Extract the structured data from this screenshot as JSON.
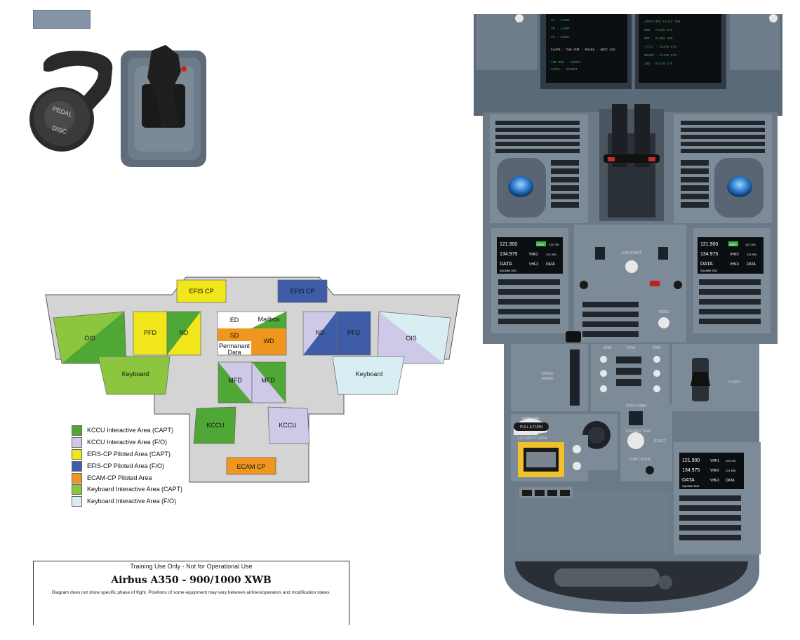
{
  "colors": {
    "kccu_capt": "#4fa836",
    "kccu_fo": "#cfc9e8",
    "efis_cp_capt": "#f1e619",
    "efis_cp_fo": "#3f5ca8",
    "ecam_cp": "#f0961e",
    "keyboard_capt": "#8cc63f",
    "keyboard_fo": "#d9eef3",
    "console": "#d4d4d4",
    "panel": "#5b6a78"
  },
  "zones": {
    "efis_cp_left": "EFIS CP",
    "efis_cp_right": "EFIS CP",
    "ois_left": "OIS",
    "ois_right": "OIS",
    "pfd_left": "PFD",
    "nd_left": "ND",
    "nd_right": "ND",
    "pfd_right": "PFD",
    "ed": "ED",
    "mailbox": "Mailbox",
    "sd": "SD",
    "wd": "WD",
    "permanent_data_1": "Permanant",
    "permanent_data_2": "Data",
    "keyboard_left": "Keyboard",
    "keyboard_right": "Keyboard",
    "mfd_left": "MFD",
    "mfd_right": "MFD",
    "kccu_left": "KCCU",
    "kccu_right": "KCCU",
    "ecam_cp": "ECAM CP"
  },
  "legend": [
    {
      "label": "KCCU Interactive Area (CAPT)",
      "color": "#4fa836"
    },
    {
      "label": "KCCU Interactive Area (F/O)",
      "color": "#cfc9e8"
    },
    {
      "label": "EFIS-CP Piloted Area (CAPT)",
      "color": "#f1e619"
    },
    {
      "label": "EFIS-CP Piloted Area (F/O)",
      "color": "#3f5ca8"
    },
    {
      "label": "ECAM-CP Piloted Area",
      "color": "#f0961e"
    },
    {
      "label": "Keyboard Interactive Area (CAPT)",
      "color": "#8cc63f"
    },
    {
      "label": "Keyboard Interactive Area (F/O)",
      "color": "#d9eef3"
    }
  ],
  "footer": {
    "notice": "Training Use Only - Not for Operational Use",
    "title": "Airbus A350 - 900/1000 XWB",
    "note": "Diagram does not show specific phase of flight. Positions of some equipment may vary between airlines/operators and modification states."
  },
  "pedal_disc": {
    "line1": "PEDAL",
    "line2": "DISC"
  },
  "cockpit": {
    "eng_start": "ENG START",
    "flaps": "FLAPS",
    "speed_brake_1": "SPEED",
    "speed_brake_2": "BRAKE",
    "park_brk": "PARK BRK",
    "pull_turn": "PULL & TURN",
    "pitch_trim": "PITCH TRIM",
    "rudder_trim": "RUDDER TRIM",
    "reset": "RESET",
    "capt_door": "CAPT DOOR",
    "lg_gravity": "L/G GRVTY EXTN",
    "wxr": "WXR",
    "tcas": "TCAS",
    "video": "VIDEO",
    "radio_left": {
      "active": "121.900",
      "stby": "121.700",
      "vhf1": "VHF1",
      "freq2": "134.975",
      "vhf2": "VHF2",
      "freq2b": "121.935",
      "data": "DATA",
      "vhf3": "VHF3",
      "data2": "DATA",
      "squawk": "SQUAWK  2523"
    },
    "radio_right": {
      "active": "121.900",
      "stby": "121.700",
      "vhf1": "VHF1",
      "freq2": "134.975",
      "vhf2": "VHF2",
      "freq2b": "121.935",
      "data": "DATA",
      "vhf3": "VHF3",
      "data2": "DATA",
      "squawk": "SQUAWK  2523"
    },
    "radio_bottom": {
      "active": "121.900",
      "stby": "121.700",
      "vhf1": "VHF1",
      "freq2": "134.975",
      "vhf2": "VHF2",
      "freq2b": "121.935",
      "data": "DATA",
      "vhf3": "VHF3",
      "data2": "DATA",
      "squawk": "SQUAWK  2523"
    }
  }
}
